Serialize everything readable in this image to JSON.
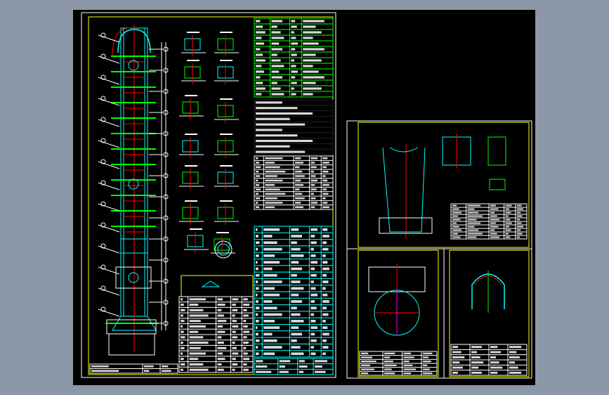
{
  "viewer": {
    "background_color": "#8c97a8",
    "canvas_color": "#000000"
  },
  "drawing": {
    "layer_colors": {
      "frame": "#ffffff",
      "border": "#ffff00",
      "outline": "#00ffff",
      "centerline": "#ff0000",
      "dimension": "#00ff00"
    },
    "sheets": [
      {
        "id": "main-assembly"
      },
      {
        "id": "detail-top"
      },
      {
        "id": "detail-bottom-left"
      },
      {
        "id": "detail-bottom-right"
      }
    ]
  }
}
